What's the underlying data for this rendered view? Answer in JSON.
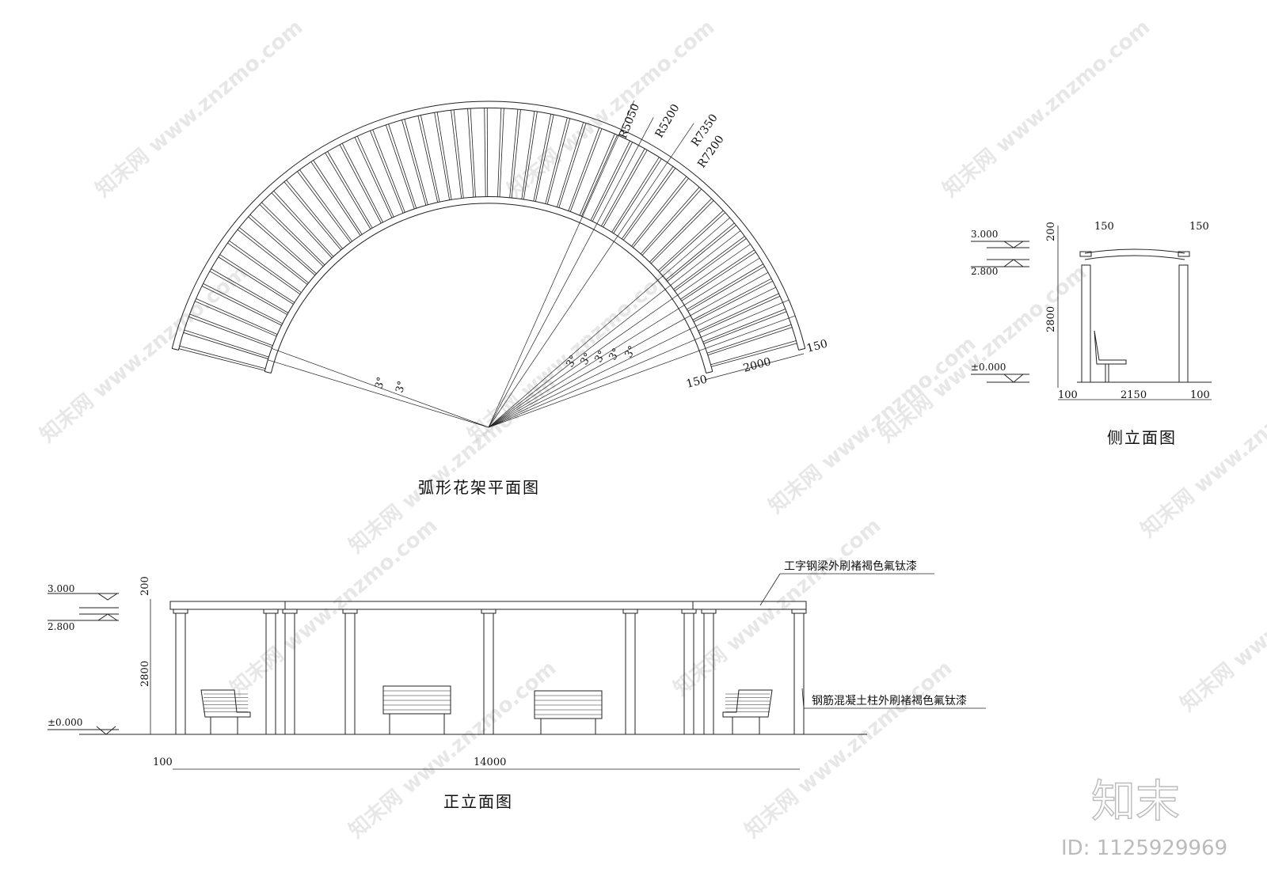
{
  "plan": {
    "title": "弧形花架平面图",
    "radii": [
      "R5050",
      "R5200",
      "R7350",
      "R7200"
    ],
    "angle_label": "3°",
    "dims": {
      "outer_width": "150",
      "span": "2000",
      "inner_width": "150"
    }
  },
  "side": {
    "title": "侧立面图",
    "levels": [
      "3.000",
      "2.800",
      "±0.000"
    ],
    "dims": {
      "beam_h": "200",
      "col_h": "2800",
      "top_left": "150",
      "top_right": "150",
      "left": "100",
      "span": "2150",
      "right": "100"
    }
  },
  "front": {
    "title": "正立面图",
    "levels": [
      "3.000",
      "2.800",
      "±0.000"
    ],
    "dims": {
      "beam_h": "200",
      "col_h": "2800",
      "left": "100",
      "span": "14000"
    },
    "note_beam": "工字钢梁外刷褚褐色氟钛漆",
    "note_column": "钢筋混凝土柱外刷褚褐色氟钛漆"
  },
  "watermark": {
    "logo": "知末",
    "site": "www.znzmo.com",
    "id": "ID: 1125929969"
  }
}
